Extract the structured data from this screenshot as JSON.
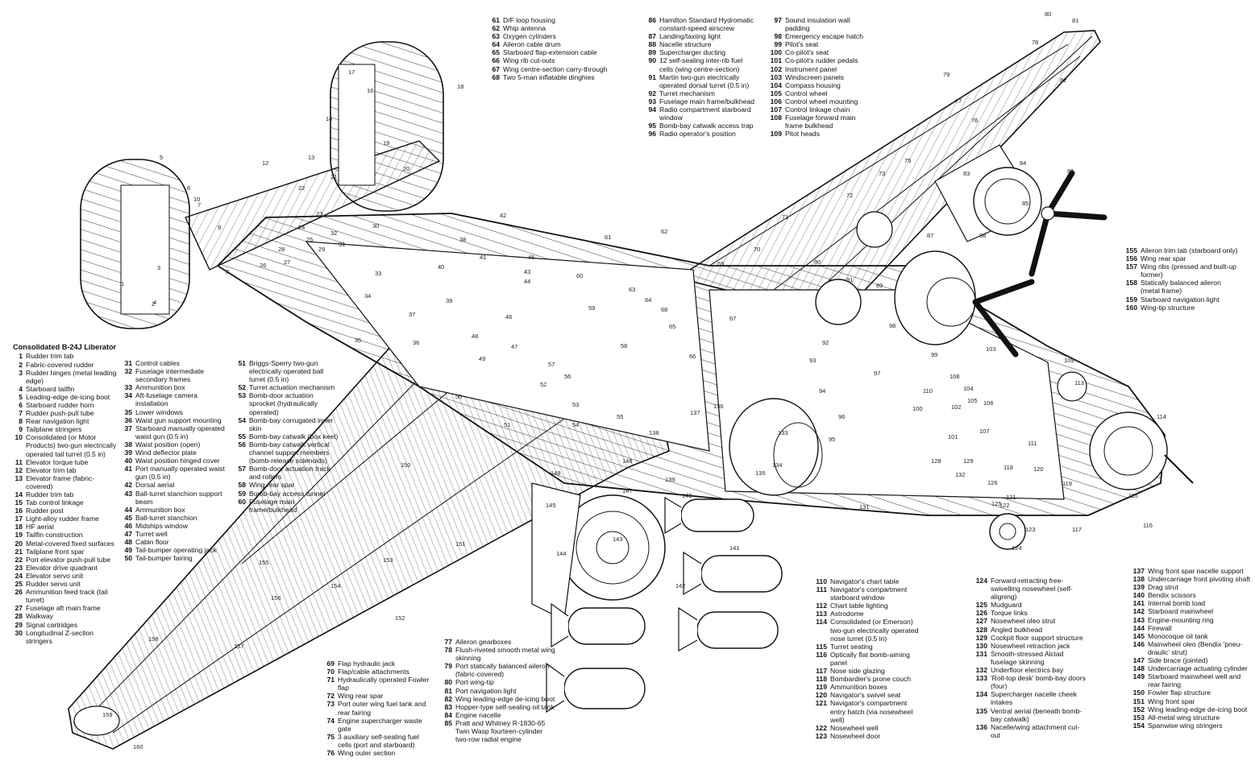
{
  "title": "Consolidated B-24J Liberator",
  "key": {
    "col1": [
      [
        "1",
        "Rudder trim tab"
      ],
      [
        "2",
        "Fabric-covered rudder"
      ],
      [
        "3",
        "Rudder hinges (metal leading edge)"
      ],
      [
        "4",
        "Starboard tailfin"
      ],
      [
        "5",
        "Leading-edge de-icing boot"
      ],
      [
        "6",
        "Starboard rudder horn"
      ],
      [
        "7",
        "Rudder push-pull tube"
      ],
      [
        "8",
        "Rear navigation light"
      ],
      [
        "9",
        "Tailplane stringers"
      ],
      [
        "10",
        "Consolidated (or Motor Products) two-gun electrically operated tail turret (0.5 in)"
      ],
      [
        "11",
        "Elevator torque tube"
      ],
      [
        "12",
        "Elevator trim tab"
      ],
      [
        "13",
        "Elevator frame (fabric-covered)"
      ],
      [
        "14",
        "Rudder trim tab"
      ],
      [
        "15",
        "Tab control linkage"
      ],
      [
        "16",
        "Rudder post"
      ],
      [
        "17",
        "Light-alloy rudder frame"
      ],
      [
        "18",
        "HF aerial"
      ],
      [
        "19",
        "Tailfin construction"
      ],
      [
        "20",
        "Metal-covered fixed surfaces"
      ],
      [
        "21",
        "Tailplane front spar"
      ],
      [
        "22",
        "Port elevator push-pull tube"
      ],
      [
        "23",
        "Elevator drive quadrant"
      ],
      [
        "24",
        "Elevator servo unit"
      ],
      [
        "25",
        "Rudder servo unit"
      ],
      [
        "26",
        "Ammunition feed track (tail turret)"
      ],
      [
        "27",
        "Fuselage aft main frame"
      ],
      [
        "28",
        "Walkway"
      ],
      [
        "29",
        "Signal cartridges"
      ],
      [
        "30",
        "Longitudinal Z-section stringers"
      ]
    ],
    "col2": [
      [
        "31",
        "Control cables"
      ],
      [
        "32",
        "Fuselage intermediate secondary frames"
      ],
      [
        "33",
        "Ammunition box"
      ],
      [
        "34",
        "Aft-fuselage camera installation"
      ],
      [
        "35",
        "Lower windows"
      ],
      [
        "36",
        "Waist gun support mounting"
      ],
      [
        "37",
        "Starboard manually operated waist gun (0.5 in)"
      ],
      [
        "38",
        "Waist position (open)"
      ],
      [
        "39",
        "Wind deflector plate"
      ],
      [
        "40",
        "Waist position hinged cover"
      ],
      [
        "41",
        "Port manually operated waist gun (0.5 in)"
      ],
      [
        "42",
        "Dorsal aerial"
      ],
      [
        "43",
        "Ball-turret stanchion support beam"
      ],
      [
        "44",
        "Ammunition box"
      ],
      [
        "45",
        "Ball-turret stanchion"
      ],
      [
        "46",
        "Midships window"
      ],
      [
        "47",
        "Turret well"
      ],
      [
        "48",
        "Cabin floor"
      ],
      [
        "49",
        "Tail-bumper operating jack"
      ],
      [
        "50",
        "Tail-bumper fairing"
      ]
    ],
    "col3": [
      [
        "51",
        "Briggs-Sperry two-gun electrically operated ball turret (0.5 in)"
      ],
      [
        "52",
        "Turret actuation mechanism"
      ],
      [
        "53",
        "Bomb-door actuation sprocket (hydraulically operated)"
      ],
      [
        "54",
        "Bomb-bay corrugated inner skin"
      ],
      [
        "55",
        "Bomb-bay catwalk (box keel)"
      ],
      [
        "56",
        "Bomb-bay catwalk vertical channel support members (bomb-release solenoids)"
      ],
      [
        "57",
        "Bomb-door actuation track and rollers"
      ],
      [
        "58",
        "Wing rear spar"
      ],
      [
        "59",
        "Bomb-bay access tunnel"
      ],
      [
        "60",
        "Fuselage main frame/bulkhead"
      ]
    ],
    "col4": [
      [
        "61",
        "D/F loop housing"
      ],
      [
        "62",
        "Whip antenna"
      ],
      [
        "63",
        "Oxygen cylinders"
      ],
      [
        "64",
        "Aileron cable drum"
      ],
      [
        "65",
        "Starboard flap-extension cable"
      ],
      [
        "66",
        "Wing rib cut-outs"
      ],
      [
        "67",
        "Wing centre-section carry-through"
      ],
      [
        "68",
        "Two 5-man inflatable dinghies"
      ]
    ],
    "col5": [
      [
        "86",
        "Hamilton Standard Hydromatic constant-speed airscrew"
      ],
      [
        "87",
        "Landing/taxiing light"
      ],
      [
        "88",
        "Nacelle structure"
      ],
      [
        "89",
        "Supercharger ducting"
      ],
      [
        "90",
        "12 self-sealing inter-rib fuel cells (wing centre-section)"
      ],
      [
        "91",
        "Martin two-gun electrically operated dorsal turret (0.5 in)"
      ],
      [
        "92",
        "Turret mechanism"
      ],
      [
        "93",
        "Fuselage main frame/bulkhead"
      ],
      [
        "94",
        "Radio compartment starboard window"
      ],
      [
        "95",
        "Bomb-bay catwalk access trap"
      ],
      [
        "96",
        "Radio operator's position"
      ]
    ],
    "col6": [
      [
        "97",
        "Sound insulation wall padding"
      ],
      [
        "98",
        "Emergency escape hatch"
      ],
      [
        "99",
        "Pilot's seat"
      ],
      [
        "100",
        "Co-pilot's seat"
      ],
      [
        "101",
        "Co-pilot's rudder pedals"
      ],
      [
        "102",
        "Instrument panel"
      ],
      [
        "103",
        "Windscreen panels"
      ],
      [
        "104",
        "Compass housing"
      ],
      [
        "105",
        "Control wheel"
      ],
      [
        "106",
        "Control wheel mounting"
      ],
      [
        "107",
        "Control linkage chain"
      ],
      [
        "108",
        "Fuselage forward main frame bulkhead"
      ],
      [
        "109",
        "Pitot heads"
      ]
    ],
    "col7": [
      [
        "155",
        "Aileron trim tab (starboard only)"
      ],
      [
        "156",
        "Wing rear spar"
      ],
      [
        "157",
        "Wing ribs (pressed and built-up former)"
      ],
      [
        "158",
        "Statically balanced aileron (metal frame)"
      ],
      [
        "159",
        "Starboard navigation light"
      ],
      [
        "160",
        "Wing-tip structure"
      ]
    ],
    "col8": [
      [
        "69",
        "Flap hydraulic jack"
      ],
      [
        "70",
        "Flap/cable attachments"
      ],
      [
        "71",
        "Hydraulically operated Fowler flap"
      ],
      [
        "72",
        "Wing rear spar"
      ],
      [
        "73",
        "Port outer wing fuel tank and rear fairing"
      ],
      [
        "74",
        "Engine supercharger waste gate"
      ],
      [
        "75",
        "3 auxiliary self-sealing fuel cells (port and starboard)"
      ],
      [
        "76",
        "Wing outer section"
      ]
    ],
    "col9": [
      [
        "77",
        "Aileron gearboxes"
      ],
      [
        "78",
        "Flush-riveted smooth metal wing skinning"
      ],
      [
        "79",
        "Port statically balanced aileron (fabric-covered)"
      ],
      [
        "80",
        "Port wing-tip"
      ],
      [
        "81",
        "Port navigation light"
      ],
      [
        "82",
        "Wing leading-edge de-icing boot"
      ],
      [
        "83",
        "Hopper-type self-sealing oil tank"
      ],
      [
        "84",
        "Engine nacelle"
      ],
      [
        "85",
        "Pratt and Whitney R-1830-65 Twin Wasp fourteen-cylinder two-row radial engine"
      ]
    ],
    "col10": [
      [
        "110",
        "Navigator's chart table"
      ],
      [
        "111",
        "Navigator's compartment starboard window"
      ],
      [
        "112",
        "Chart table lighting"
      ],
      [
        "113",
        "Astrodome"
      ],
      [
        "114",
        "Consolidated (or Emerson) two-gun electrically operated nose turret (0.5 in)"
      ],
      [
        "115",
        "Turret seating"
      ],
      [
        "116",
        "Optically flat bomb-aiming panel"
      ],
      [
        "117",
        "Nose side glazing"
      ],
      [
        "118",
        "Bombardier's prone couch"
      ],
      [
        "119",
        "Ammunition boxes"
      ],
      [
        "120",
        "Navigator's swivel seat"
      ],
      [
        "121",
        "Navigator's compartment entry hatch (via nosewheel well)"
      ],
      [
        "122",
        "Nosewheel well"
      ],
      [
        "123",
        "Nosewheel door"
      ]
    ],
    "col11": [
      [
        "124",
        "Forward-retracting free-swivelling nosewheel (self-aligning)"
      ],
      [
        "125",
        "Mudguard"
      ],
      [
        "126",
        "Torque links"
      ],
      [
        "127",
        "Nosewheel oleo strut"
      ],
      [
        "128",
        "Angled bulkhead"
      ],
      [
        "129",
        "Cockpit floor support structure"
      ],
      [
        "130",
        "Nosewheel retraction jack"
      ],
      [
        "131",
        "Smooth-stressed Alclad fuselage skinning"
      ],
      [
        "132",
        "Underfloor electrics bay"
      ],
      [
        "133",
        "'Roll-top desk' bomb-bay doors (four)"
      ],
      [
        "134",
        "Supercharger nacelle cheek intakes"
      ],
      [
        "135",
        "Ventral aerial (beneath bomb-bay catwalk)"
      ],
      [
        "136",
        "Nacelle/wing attachment cut-out"
      ]
    ],
    "col12": [
      [
        "137",
        "Wing front spar nacelle support"
      ],
      [
        "138",
        "Undercarriage front pivoting shaft"
      ],
      [
        "139",
        "Drag strut"
      ],
      [
        "140",
        "Bendix scissors"
      ],
      [
        "141",
        "Internal bomb load"
      ],
      [
        "142",
        "Starboard mainwheel"
      ],
      [
        "143",
        "Engine-mounting ring"
      ],
      [
        "144",
        "Firewall"
      ],
      [
        "145",
        "Monocoque oil tank"
      ],
      [
        "146",
        "Mainwheel oleo (Bendix 'pneu-draulic' strut)"
      ],
      [
        "147",
        "Side brace (jointed)"
      ],
      [
        "148",
        "Undercarriage actuating cylinder"
      ],
      [
        "149",
        "Starboard mainwheel well and rear fairing"
      ],
      [
        "150",
        "Fowler flap structure"
      ],
      [
        "151",
        "Wing front spar"
      ],
      [
        "152",
        "Wing leading-edge de-icing boot"
      ],
      [
        "153",
        "All-metal wing structure"
      ],
      [
        "154",
        "Spanwise wing stringers"
      ]
    ]
  },
  "callouts": [
    "1",
    "2",
    "3",
    "4",
    "5",
    "6",
    "7",
    "8",
    "9",
    "10",
    "12",
    "13",
    "14",
    "16",
    "17",
    "18",
    "19",
    "20",
    "21",
    "22",
    "23",
    "24",
    "25",
    "26",
    "27",
    "28",
    "29",
    "30",
    "31",
    "32",
    "33",
    "34",
    "35",
    "36",
    "37",
    "38",
    "39",
    "40",
    "41",
    "42",
    "43",
    "44",
    "45",
    "46",
    "47",
    "48",
    "49",
    "50",
    "51",
    "52",
    "53",
    "54",
    "55",
    "56",
    "57",
    "58",
    "59",
    "60",
    "61",
    "62",
    "63",
    "64",
    "65",
    "66",
    "67",
    "68",
    "69",
    "70",
    "71",
    "72",
    "73",
    "75",
    "76",
    "77",
    "78",
    "79",
    "80",
    "81",
    "82",
    "83",
    "84",
    "85",
    "86",
    "87",
    "88",
    "89",
    "90",
    "91",
    "92",
    "93",
    "94",
    "95",
    "96",
    "97",
    "98",
    "99",
    "100",
    "101",
    "102",
    "103",
    "104",
    "105",
    "106",
    "107",
    "108",
    "109",
    "110",
    "111",
    "113",
    "114",
    "115",
    "116",
    "117",
    "118",
    "119",
    "120",
    "121",
    "122",
    "123",
    "124",
    "125",
    "126",
    "128",
    "129",
    "131",
    "132",
    "133",
    "134",
    "135",
    "136",
    "137",
    "138",
    "139",
    "140",
    "141",
    "142",
    "143",
    "144",
    "145",
    "147",
    "148",
    "149",
    "150",
    "151",
    "152",
    "153",
    "154",
    "155",
    "156",
    "157",
    "158",
    "159",
    "160"
  ]
}
